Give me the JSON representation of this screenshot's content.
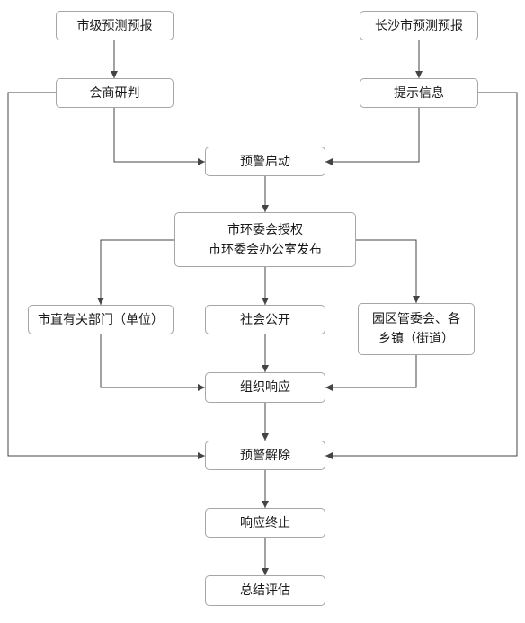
{
  "nodes": {
    "city_forecast": "市级预测预报",
    "changsha_forecast": "长沙市预测预报",
    "consultation": "会商研判",
    "prompt_info": "提示信息",
    "warning_start": "预警启动",
    "authorize_line1": "市环委会授权",
    "authorize_line2": "市环委会办公室发布",
    "city_departments": "市直有关部门（单位）",
    "public_release": "社会公开",
    "park_line1": "园区管委会、各",
    "park_line2": "乡镇（街道）",
    "organize_response": "组织响应",
    "warning_release": "预警解除",
    "response_end": "响应终止",
    "summary_eval": "总结评估"
  },
  "colors": {
    "border": "#a6a6a6",
    "line": "#444444",
    "text": "#1a1a1a"
  }
}
